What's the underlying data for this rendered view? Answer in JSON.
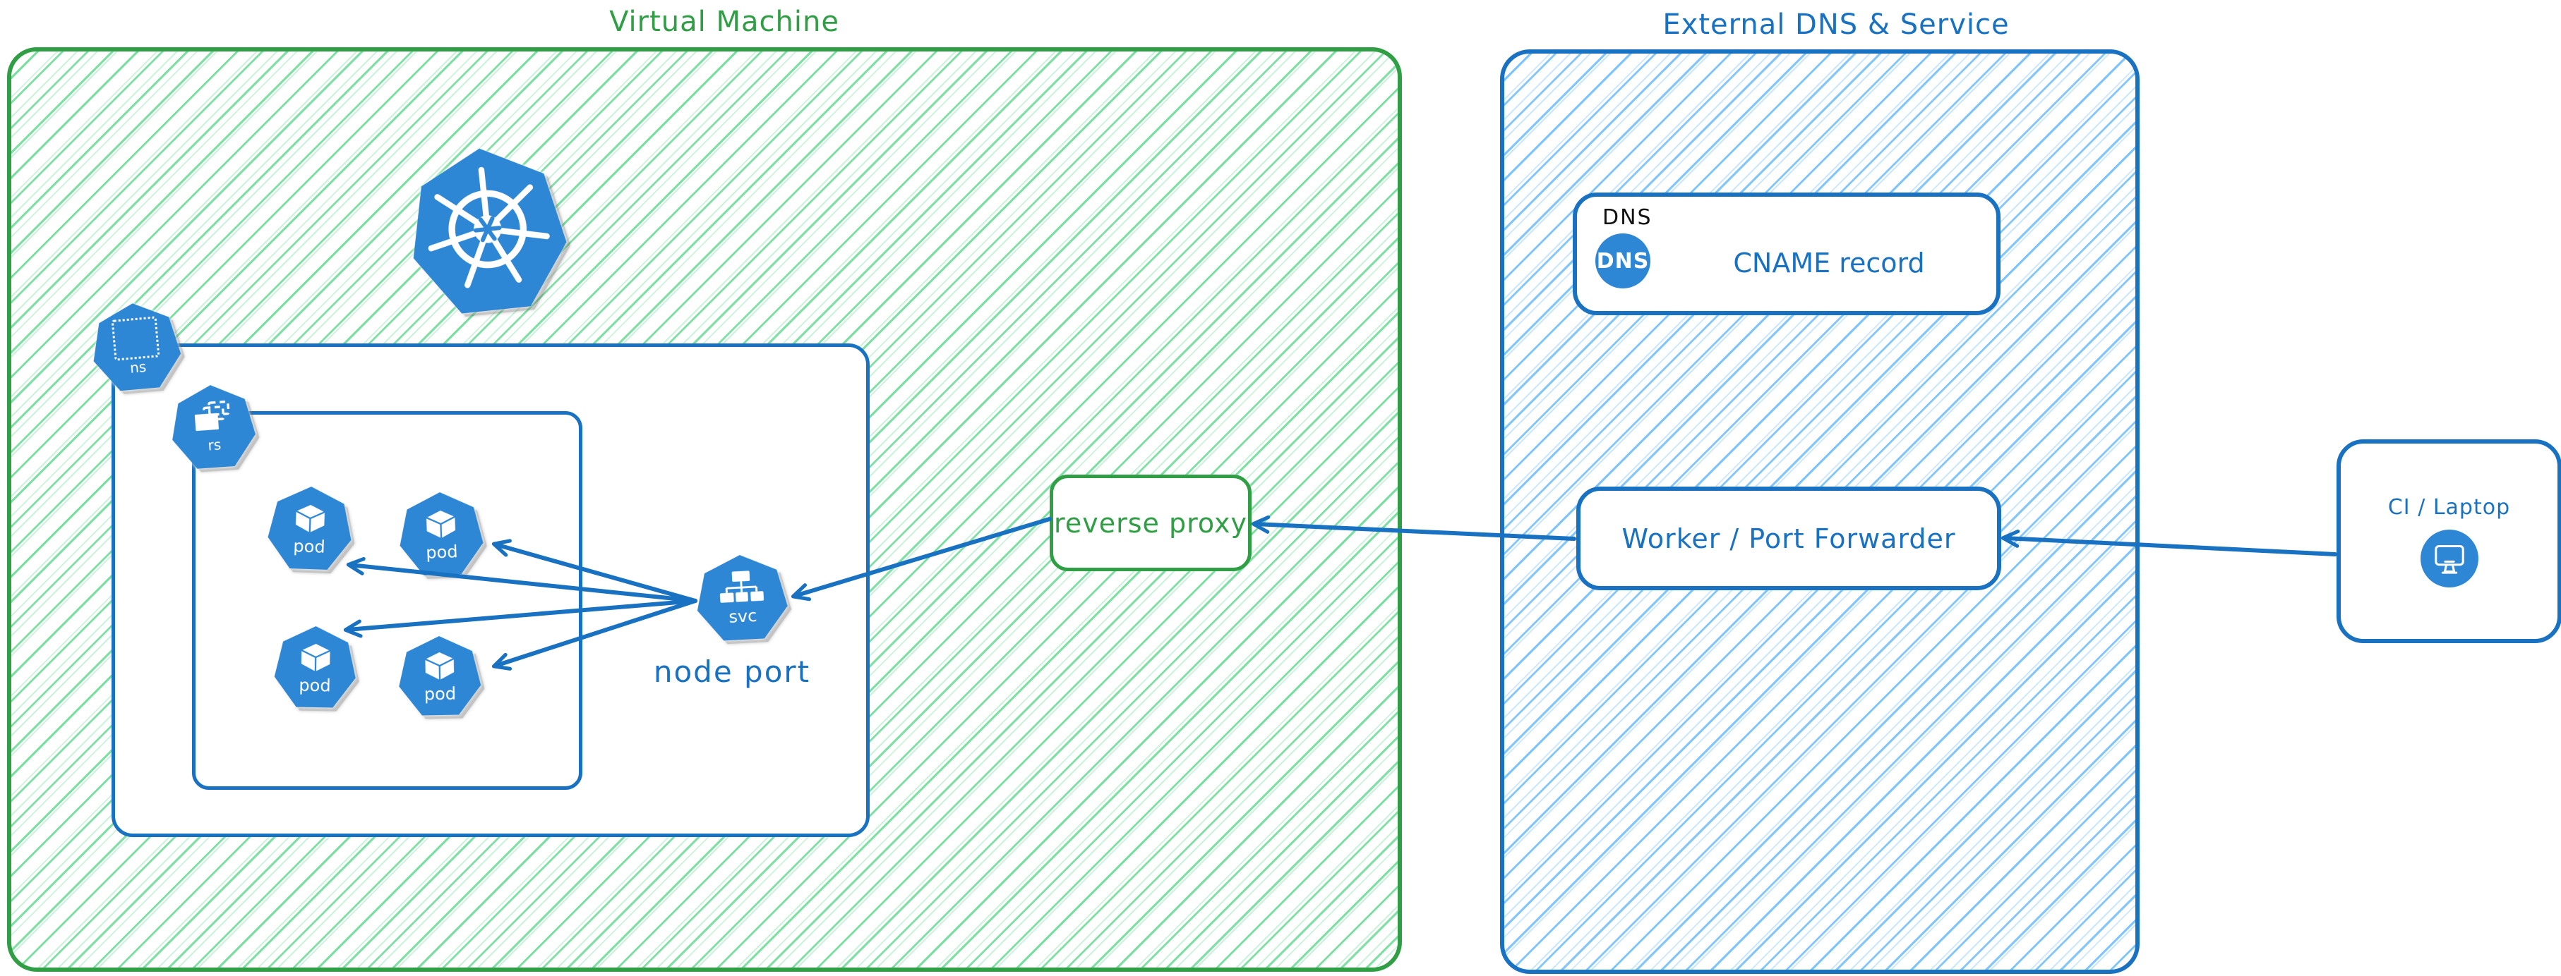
{
  "colors": {
    "green": "#2f9e44",
    "green_hatch": "#69db94",
    "blue": "#1971c2",
    "blue_hatch": "#74c0fc",
    "icon_blue": "#2e87d5",
    "tag_black": "#111111"
  },
  "vm": {
    "title": "Virtual Machine",
    "kubernetes_icon": "kubernetes-helm-wheel",
    "namespace_icon_label": "ns",
    "replicaset_icon_label": "rs",
    "pod_labels": [
      "pod",
      "pod",
      "pod",
      "pod"
    ],
    "service_icon_label": "svc",
    "service_caption": "node port"
  },
  "reverse_proxy": {
    "label": "reverse proxy"
  },
  "external": {
    "title": "External DNS & Service",
    "dns_box": {
      "tag": "DNS",
      "badge": "DNS",
      "label": "CNAME record"
    },
    "worker_box": {
      "label": "Worker / Port Forwarder"
    }
  },
  "client_box": {
    "label": "CI / Laptop",
    "icon": "monitor"
  }
}
